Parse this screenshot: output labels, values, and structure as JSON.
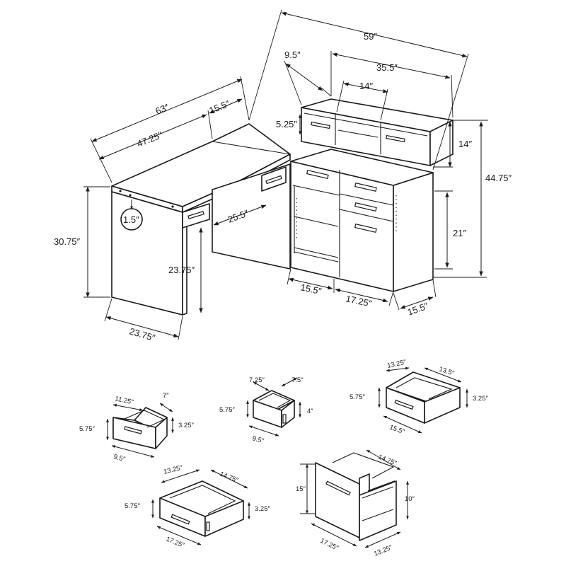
{
  "desk": {
    "width_left": "63″",
    "width_right": "59″",
    "top_inner_depth": "47.25″",
    "return_depth": "15.5″",
    "hutch_side": "9.5″",
    "hutch_width": "35.5″",
    "hutch_cubby": "14″",
    "hutch_drawer_h": "5.25″",
    "hutch_height": "14″",
    "total_height": "44.75″",
    "top_thickness": "1.5″",
    "knee_width": "25.5″",
    "desk_height": "30.75″",
    "knee_height": "23.75″",
    "leg_depth": "23.75″",
    "cabinet_height": "21″",
    "open_shelf_w": "15.5″",
    "drawer_bank_w": "17.25″",
    "cabinet_depth": "15.5″"
  },
  "drawers": [
    {
      "depth": "11.25″",
      "width_top": "7″",
      "front_h": "5.75″",
      "inner_h": "3.25″",
      "front_w": "9.5″"
    },
    {
      "depth": "7.25″",
      "width_top": "7.5″",
      "front_h": "5.75″",
      "inner_h": "4″",
      "front_w": "9.5″"
    },
    {
      "depth": "13.25″",
      "width_top": "13.5″",
      "front_h": "5.75″",
      "inner_h": "3.25″",
      "front_w": "15.5″"
    },
    {
      "depth": "13.25″",
      "width_top": "14.75″",
      "front_h": "5.75″",
      "inner_h": "3.25″",
      "front_w": "17.25″"
    },
    {
      "depth": "14.75″",
      "front_h": "15″",
      "inner_h": "10″",
      "front_w": "17.25″",
      "side_w": "13.25″"
    }
  ]
}
